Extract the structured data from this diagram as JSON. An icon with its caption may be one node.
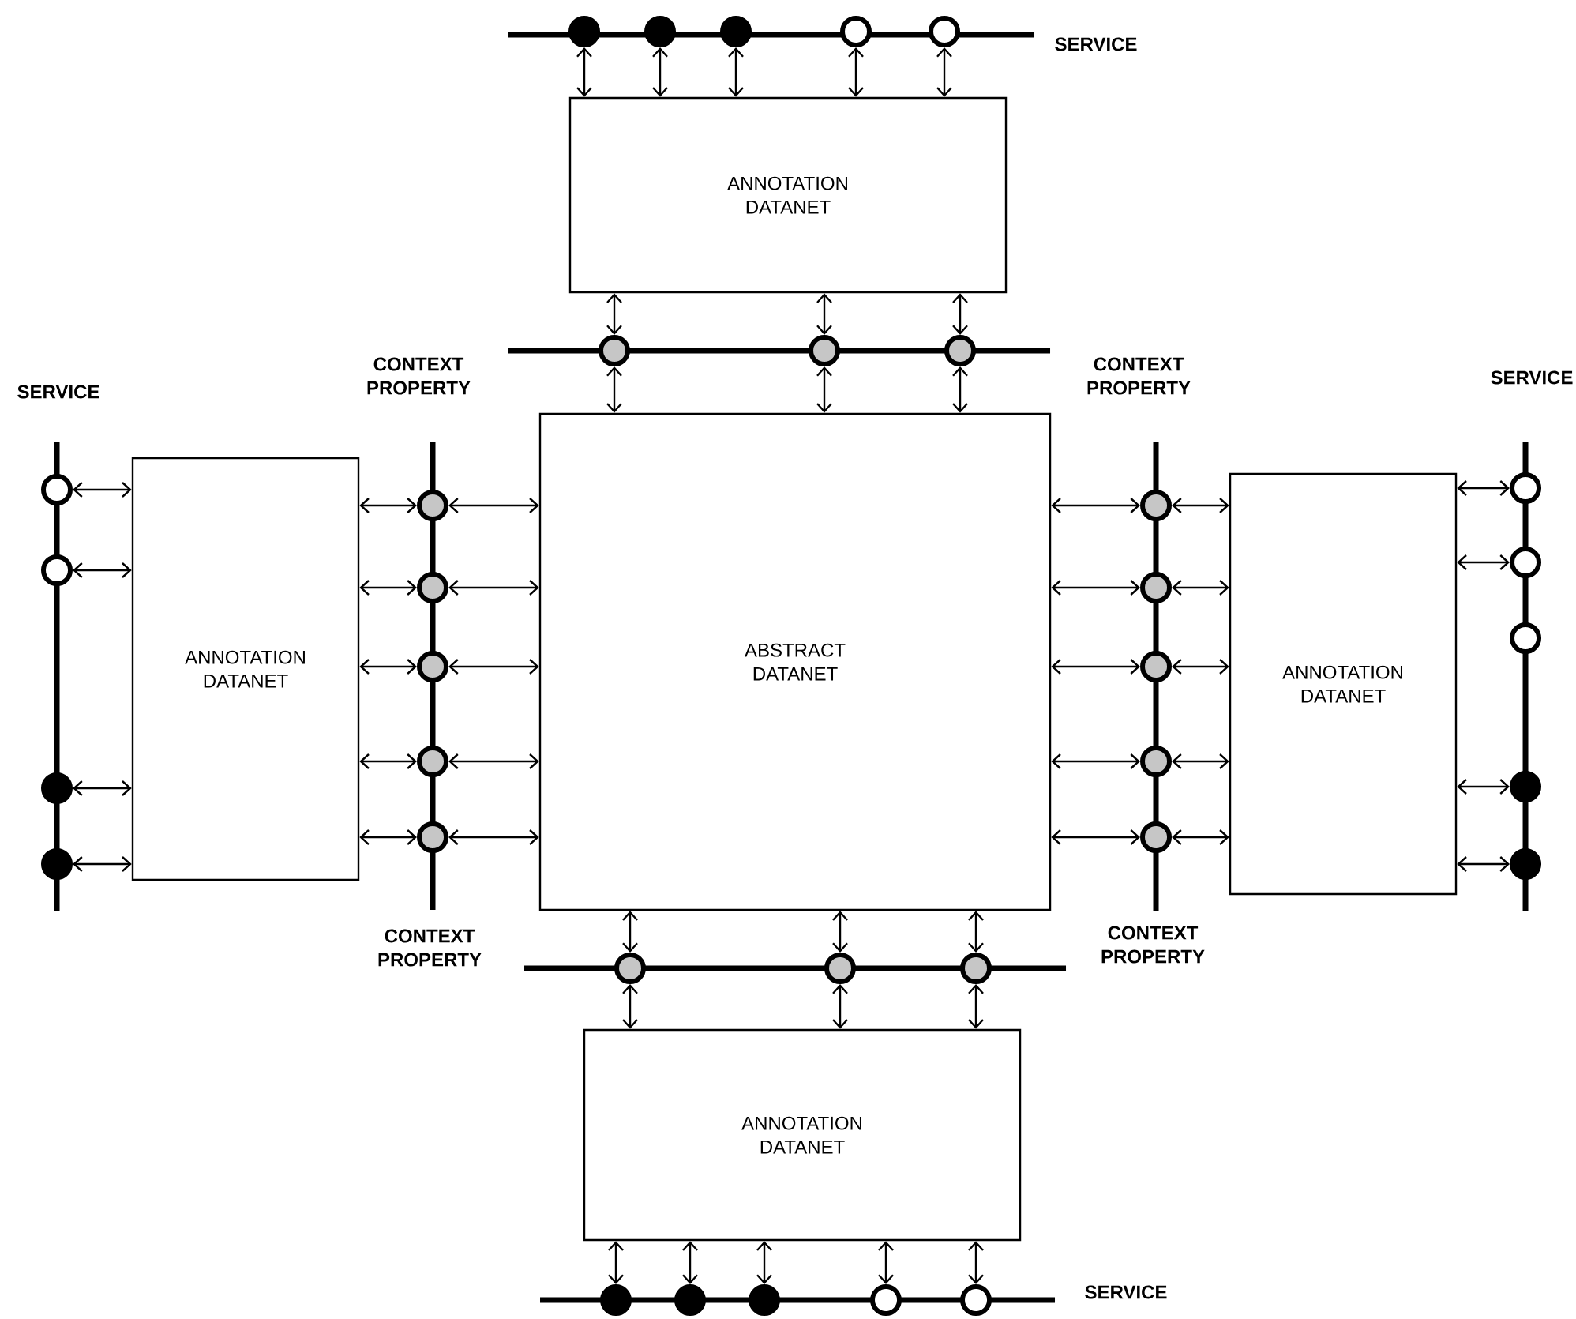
{
  "diagram": {
    "nodes": [
      {
        "text": [
          "ANNOTATION DATANET"
        ]
      },
      {
        "text": [
          "ANNOTATION DATANET"
        ]
      },
      {
        "text": [
          "ABSTRACT DATANET"
        ]
      },
      {
        "text": [
          "ANNOTATION DATANET"
        ]
      },
      {
        "text": [
          "ANNOTATION DATANET"
        ]
      },
      {
        "text": [],
        "shape": "circle"
      },
      {
        "text": [],
        "shape": "circle"
      },
      {
        "text": [],
        "shape": "circle"
      },
      {
        "text": [],
        "shape": "circle"
      },
      {
        "text": [],
        "shape": "circle"
      },
      {
        "text": [],
        "shape": "circle"
      },
      {
        "text": [],
        "shape": "circle"
      },
      {
        "text": [],
        "shape": "circle"
      },
      {
        "text": [],
        "shape": "circle"
      },
      {
        "text": [],
        "shape": "circle"
      },
      {
        "text": [],
        "shape": "circle"
      },
      {
        "text": [],
        "shape": "circle"
      },
      {
        "text": [],
        "shape": "circle"
      },
      {
        "text": [],
        "shape": "circle"
      },
      {
        "text": [],
        "shape": "circle"
      },
      {
        "text": [],
        "shape": "circle"
      },
      {
        "text": [],
        "shape": "circle"
      },
      {
        "text": [],
        "shape": "circle"
      },
      {
        "text": [],
        "shape": "circle"
      },
      {
        "text": [],
        "shape": "circle"
      },
      {
        "text": [],
        "shape": "circle"
      },
      {
        "text": [],
        "shape": "circle"
      },
      {
        "text": [],
        "shape": "circle"
      },
      {
        "text": [],
        "shape": "circle"
      },
      {
        "text": [],
        "shape": "circle"
      },
      {
        "text": [],
        "shape": "circle"
      },
      {
        "text": [],
        "shape": "circle"
      },
      {
        "text": [],
        "shape": "circle"
      },
      {
        "text": [],
        "shape": "circle"
      },
      {
        "text": [],
        "shape": "circle"
      },
      {
        "text": [],
        "shape": "circle"
      },
      {
        "text": [],
        "shape": "circle"
      },
      {
        "text": [],
        "shape": "circle"
      },
      {
        "text": [],
        "shape": "circle"
      },
      {
        "text": [],
        "shape": "circle"
      }
    ],
    "edges": [
      {
        "from": 5,
        "to": 0,
        "arrow": "both"
      },
      {
        "from": 6,
        "to": 0,
        "arrow": "both"
      },
      {
        "from": 7,
        "to": 0,
        "arrow": "both"
      },
      {
        "from": 8,
        "to": 0,
        "arrow": "both"
      },
      {
        "from": 9,
        "to": 0,
        "arrow": "both"
      },
      {
        "from": 10,
        "to": 0,
        "arrow": "both"
      },
      {
        "from": 11,
        "to": 0,
        "arrow": "both"
      },
      {
        "from": 12,
        "to": 0,
        "arrow": "both"
      },
      {
        "from": 10,
        "to": 2,
        "arrow": "both"
      },
      {
        "from": 11,
        "to": 2,
        "arrow": "both"
      },
      {
        "from": 12,
        "to": 2,
        "arrow": "both"
      },
      {
        "from": 13,
        "to": 1,
        "arrow": "both"
      },
      {
        "from": 14,
        "to": 1,
        "arrow": "both"
      },
      {
        "from": 15,
        "to": 1,
        "arrow": "both"
      },
      {
        "from": 16,
        "to": 1,
        "arrow": "both"
      },
      {
        "from": 17,
        "to": 1,
        "arrow": "both"
      },
      {
        "from": 18,
        "to": 1,
        "arrow": "both"
      },
      {
        "from": 19,
        "to": 1,
        "arrow": "both"
      },
      {
        "from": 20,
        "to": 1,
        "arrow": "both"
      },
      {
        "from": 21,
        "to": 1,
        "arrow": "both"
      },
      {
        "from": 17,
        "to": 2,
        "arrow": "both"
      },
      {
        "from": 18,
        "to": 2,
        "arrow": "both"
      },
      {
        "from": 19,
        "to": 2,
        "arrow": "both"
      },
      {
        "from": 20,
        "to": 2,
        "arrow": "both"
      },
      {
        "from": 21,
        "to": 2,
        "arrow": "both"
      },
      {
        "from": 22,
        "to": 2,
        "arrow": "both"
      },
      {
        "from": 23,
        "to": 2,
        "arrow": "both"
      },
      {
        "from": 24,
        "to": 2,
        "arrow": "both"
      },
      {
        "from": 25,
        "to": 2,
        "arrow": "both"
      },
      {
        "from": 26,
        "to": 2,
        "arrow": "both"
      },
      {
        "from": 22,
        "to": 3,
        "arrow": "both"
      },
      {
        "from": 23,
        "to": 3,
        "arrow": "both"
      },
      {
        "from": 24,
        "to": 3,
        "arrow": "both"
      },
      {
        "from": 25,
        "to": 3,
        "arrow": "both"
      },
      {
        "from": 26,
        "to": 3,
        "arrow": "both"
      },
      {
        "from": 27,
        "to": 3,
        "arrow": "both"
      },
      {
        "from": 28,
        "to": 3,
        "arrow": "both"
      },
      {
        "from": 30,
        "to": 3,
        "arrow": "both"
      },
      {
        "from": 31,
        "to": 3,
        "arrow": "both"
      },
      {
        "from": 32,
        "to": 2,
        "arrow": "both"
      },
      {
        "from": 33,
        "to": 2,
        "arrow": "both"
      },
      {
        "from": 34,
        "to": 2,
        "arrow": "both"
      },
      {
        "from": 32,
        "to": 4,
        "arrow": "both"
      },
      {
        "from": 33,
        "to": 4,
        "arrow": "both"
      },
      {
        "from": 34,
        "to": 4,
        "arrow": "both"
      },
      {
        "from": 35,
        "to": 4,
        "arrow": "both"
      },
      {
        "from": 36,
        "to": 4,
        "arrow": "both"
      },
      {
        "from": 37,
        "to": 4,
        "arrow": "both"
      },
      {
        "from": 38,
        "to": 4,
        "arrow": "both"
      },
      {
        "from": 39,
        "to": 4,
        "arrow": "both"
      }
    ],
    "labels": [
      "SERVICE",
      "SERVICE",
      "CONTEXT PROPERTY",
      "CONTEXT PROPERTY",
      "SERVICE",
      "CONTEXT PROPERTY",
      "CONTEXT PROPERTY",
      "SERVICE"
    ]
  }
}
